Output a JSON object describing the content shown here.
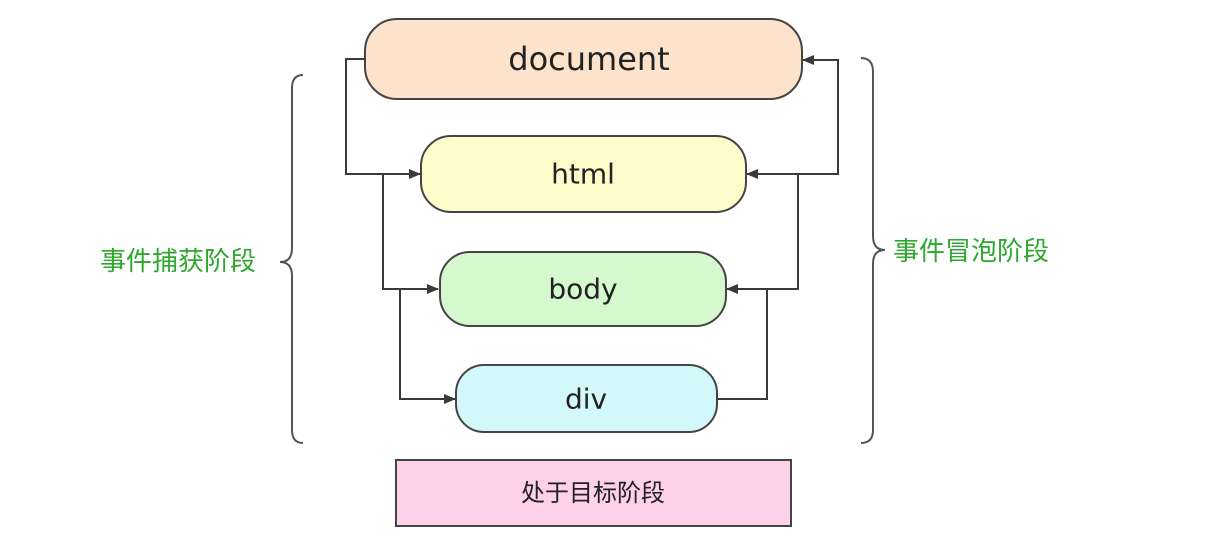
{
  "nodes": {
    "document": "document",
    "html": "html",
    "body": "body",
    "div": "div"
  },
  "phases": {
    "capture": "事件捕获阶段",
    "bubble": "事件冒泡阶段",
    "target": "处于目标阶段"
  },
  "colors": {
    "document_fill": "#fde3cc",
    "html_fill": "#fdfbc9",
    "body_fill": "#d6f8cf",
    "div_fill": "#d3f8fb",
    "target_fill": "#fdd1ea",
    "phase_label": "#2ea82e"
  }
}
